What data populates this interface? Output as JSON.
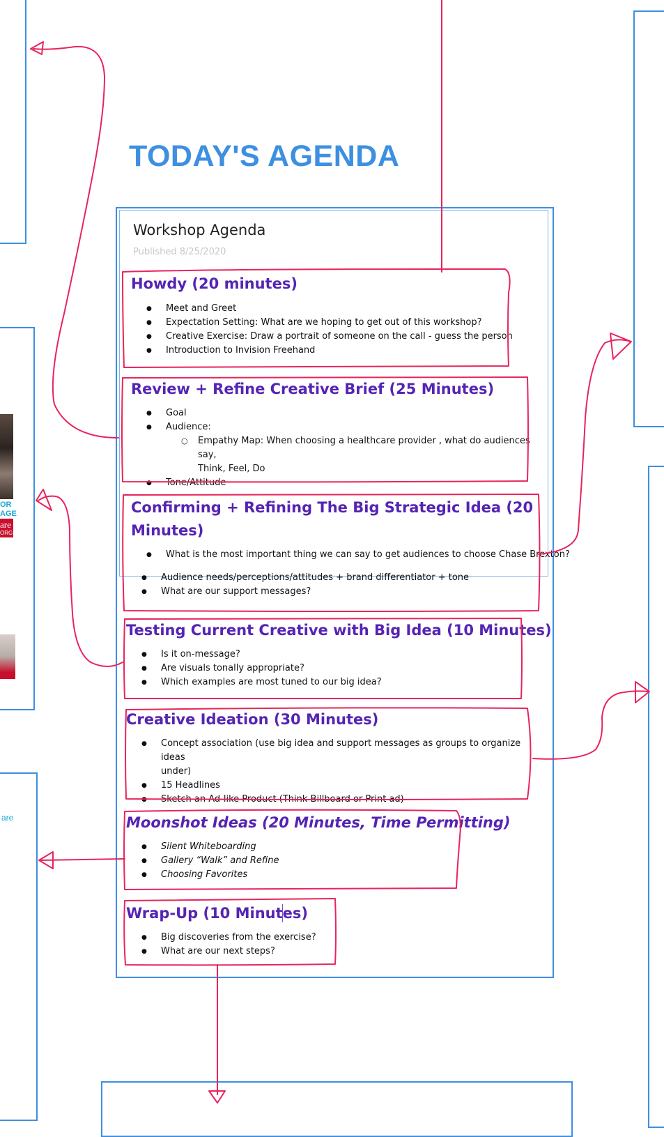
{
  "page": {
    "title": "TODAY'S AGENDA"
  },
  "document": {
    "title": "Workshop Agenda",
    "published": "Published 8/25/2020"
  },
  "sections": [
    {
      "heading": "Howdy (20 minutes)",
      "items": [
        "Meet and Greet",
        "Expectation Setting: What are we hoping to get out of this workshop?",
        "Creative Exercise: Draw a portrait of someone on the call - guess the person",
        "Introduction to Invision Freehand"
      ]
    },
    {
      "heading": "Review + Refine Creative Brief  (25 Minutes)",
      "items": [
        "Goal",
        "Audience:",
        "Empathy Map: When choosing a healthcare provider , what do audiences say,",
        "Think, Feel, Do",
        "Tone/Attitude"
      ]
    },
    {
      "heading_line1": "Confirming + Refining The Big Strategic Idea (20",
      "heading_line2": "Minutes)",
      "items": [
        "What is the most important thing we can say to get audiences to choose Chase Brexton?",
        "Audience needs/perceptions/attitudes + brand differentiator + tone",
        "What are our support messages?"
      ]
    },
    {
      "heading": "Testing Current Creative with Big Idea (10 Minutes)",
      "items": [
        "Is it on-message?",
        "Are visuals tonally appropriate?",
        "Which examples are most tuned to our big idea?"
      ]
    },
    {
      "heading": "Creative Ideation (30 Minutes)",
      "items": [
        "Concept association (use big idea and support messages as groups to organize ideas",
        "under)",
        "15 Headlines",
        "Sketch an Ad-like Product (Think Billboard or Print ad)"
      ]
    },
    {
      "heading": "Moonshot Ideas (20 Minutes, Time Permitting)",
      "items": [
        "Silent Whiteboarding",
        "Gallery “Walk” and Refine",
        "Choosing Favorites"
      ]
    },
    {
      "heading": "Wrap-Up (10 Minutes)",
      "items": [
        "Big discoveries from the exercise?",
        "What are our next steps?"
      ]
    }
  ],
  "side_fragments": {
    "left_top": "OR",
    "left_mid": "AGE",
    "left_logo": "are",
    "left_logo2": "ORG",
    "left_text": "are"
  },
  "colors": {
    "frame_blue": "#3d8fe0",
    "ink_pink": "#e8245c",
    "heading_purple": "#5524b3"
  }
}
